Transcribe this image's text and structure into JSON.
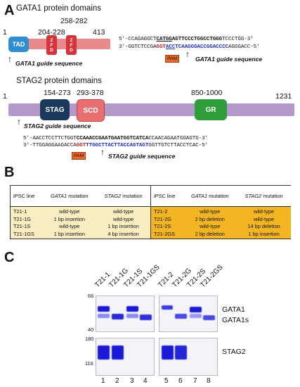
{
  "panelA": {
    "letter": "A",
    "gata1": {
      "title": "GATA1 protein domains",
      "pos_start": "1",
      "pos_zf1": "204-228",
      "pos_zf2": "258-282",
      "pos_end": "413",
      "tad": "TAD",
      "zfd": "Z\nF\nD",
      "guide_label": "GATA1 guide sequence",
      "seq_top": {
        "a": "5′-CCAGAGGCT",
        "b": "CATGG",
        "c": "AGTTCCCTGGCCTGGG",
        "d": "TCCCTGG-3′"
      },
      "seq_bot": {
        "a": "3′-GGTCTCCGA",
        "b": "GGT",
        "c": "ACC",
        "d": "TCAAGGGACCGGACCCC",
        "e": "AGGGACC-5′"
      },
      "pam": "PAM",
      "guide_label_right": "GATA1 guide sequence"
    },
    "stag2": {
      "title": "STAG2 protein domains",
      "pos_start": "1",
      "pos_stag": "154-273",
      "pos_scd": "293-378",
      "pos_gr": "850-1000",
      "pos_end": "1231",
      "stag": "STAG",
      "scd": "SCD",
      "gr": "GR",
      "guide_label": "STAG2 guide sequence",
      "seq_top": {
        "a": "5′-AACCTCCTTCTGGT",
        "b": "CCAAACCGAATGAATGGTCATCA",
        "c": "CCAACAGAATGGAGTG-3′"
      },
      "seq_bot": {
        "a": "3′-TTGGAGGAAGACCA",
        "b": "GGT",
        "c": "TTGGCTTACTTACCAGTAGT",
        "d": "GGTTGTCTTACCTCAC-5′"
      },
      "pam": "PAM",
      "guide_label_right": "STAG2 guide sequence"
    }
  },
  "panelB": {
    "letter": "B",
    "headers": [
      "iPSC line",
      "GATA1 mutation",
      "STAG2 mutation"
    ],
    "left_rows": [
      [
        "T21-1",
        "wild-type",
        "wild-type"
      ],
      [
        "T21-1G",
        "1 bp insertion",
        "wild-type"
      ],
      [
        "T21-1S",
        "wild-type",
        "1 bp insertion"
      ],
      [
        "T21-1GS",
        "1 bp insertion",
        "4 bp insertion"
      ]
    ],
    "right_rows": [
      [
        "T21-2",
        "wild-type",
        "wild-type"
      ],
      [
        "T21-2G",
        "2 bp deletion",
        "wild-type"
      ],
      [
        "T21-2S",
        "wild-type",
        "14 bp deletion"
      ],
      [
        "T21-2GS",
        "2 bp deletion",
        "1 bp insertion"
      ]
    ]
  },
  "panelC": {
    "letter": "C",
    "lanes_left": [
      "T21-1",
      "T21-1G",
      "T21-1S",
      "T21-1GS"
    ],
    "lanes_right": [
      "T21-2",
      "T21-2G",
      "T21-2S",
      "T21-2GS"
    ],
    "mw_top": [
      "66",
      "40"
    ],
    "mw_bottom": [
      "180",
      "116"
    ],
    "label_gata1": "GATA1",
    "label_gata1s": "GATA1s",
    "label_stag2": "STAG2",
    "lane_numbers": [
      "1",
      "2",
      "3",
      "4",
      "5",
      "6",
      "7",
      "8"
    ]
  }
}
